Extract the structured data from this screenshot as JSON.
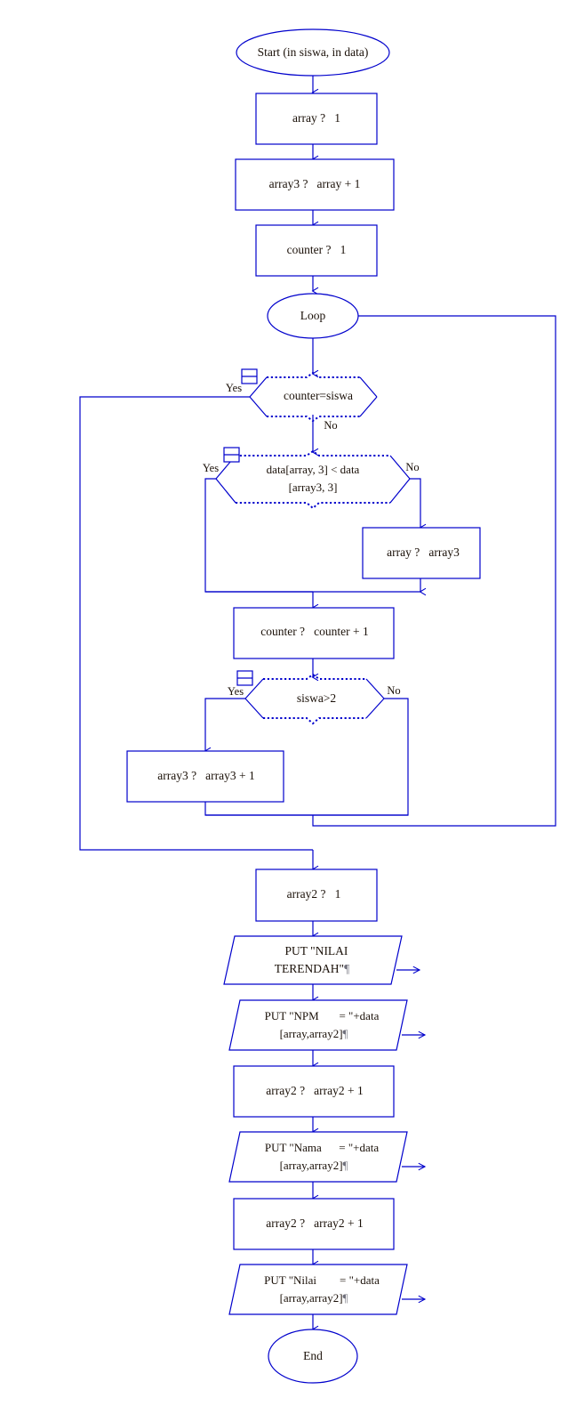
{
  "diagram": {
    "title": "Flowchart - NILAI TERENDAH (lowest grade) selection",
    "colors": {
      "stroke": "#0000cc",
      "text": "#1a1008",
      "background": "#ffffff",
      "pilcrow": "#6f6f7a"
    },
    "assignment_glyph": "?",
    "nodes": {
      "start": {
        "label": "Start (in siswa, in data)",
        "shape": "terminator"
      },
      "init_array": {
        "label": "array ?   1",
        "shape": "process"
      },
      "init_array3": {
        "label": "array3 ?   array + 1",
        "shape": "process"
      },
      "init_counter": {
        "label": "counter ?   1",
        "shape": "process"
      },
      "loop": {
        "label": "Loop",
        "shape": "terminator"
      },
      "dec_counter_siswa": {
        "label": "counter=siswa",
        "shape": "decision",
        "yes": "Yes",
        "no": "No"
      },
      "dec_data_compare": {
        "label_line1": "data[array, 3] < data",
        "label_line2": "[array3, 3]",
        "shape": "decision",
        "yes": "Yes",
        "no": "No"
      },
      "assign_array_array3": {
        "label": "array ?   array3",
        "shape": "process"
      },
      "inc_counter": {
        "label": "counter ?   counter + 1",
        "shape": "process"
      },
      "dec_siswa_gt2": {
        "label": "siswa>2",
        "shape": "decision",
        "yes": "Yes",
        "no": "No"
      },
      "inc_array3": {
        "label": "array3 ?   array3 + 1",
        "shape": "process"
      },
      "init_array2": {
        "label": "array2 ?   1",
        "shape": "process"
      },
      "put_nilai_terendah": {
        "label_line1": "PUT \"NILAI",
        "label_line2": "TERENDAH\"",
        "pilcrow": "¶",
        "shape": "output"
      },
      "put_npm": {
        "label_line1": "PUT \"NPM       = \"+data",
        "label_line2": "[array,array2]",
        "pilcrow": "¶",
        "shape": "output"
      },
      "inc_array2_a": {
        "label": "array2 ?   array2 + 1",
        "shape": "process"
      },
      "put_nama": {
        "label_line1": "PUT \"Nama      = \"+data",
        "label_line2": "[array,array2]",
        "pilcrow": "¶",
        "shape": "output"
      },
      "inc_array2_b": {
        "label": "array2 ?   array2 + 1",
        "shape": "process"
      },
      "put_nilai": {
        "label_line1": "PUT \"Nilai        = \"+data",
        "label_line2": "[array,array2]",
        "pilcrow": "¶",
        "shape": "output"
      },
      "end": {
        "label": "End",
        "shape": "terminator"
      }
    }
  }
}
